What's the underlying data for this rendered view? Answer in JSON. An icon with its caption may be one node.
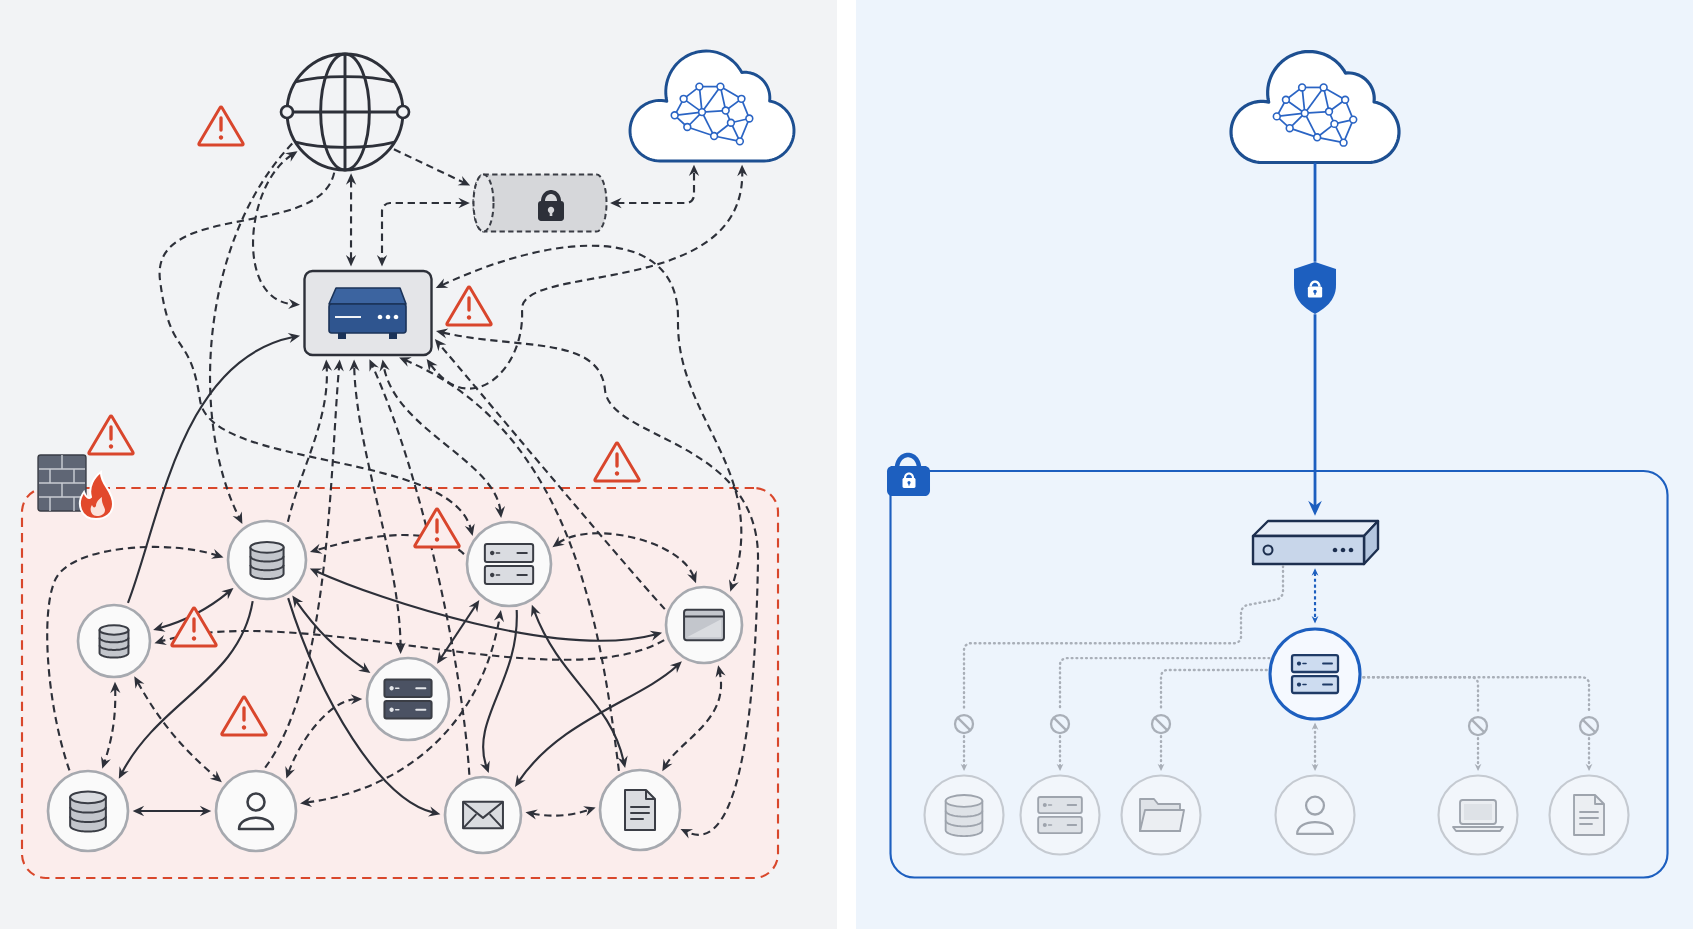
{
  "diagram": {
    "nodes": [
      {
        "text": [],
        "shape": "picture"
      },
      {
        "text": [],
        "shape": "cylinder"
      },
      {
        "text": [],
        "shape": "cloud"
      },
      {
        "text": [],
        "shape": "box"
      },
      {
        "text": [],
        "shape": "box"
      },
      {
        "text": [],
        "shape": "circle",
        "in": 4
      },
      {
        "text": [],
        "shape": "circle",
        "in": 4
      },
      {
        "text": [],
        "shape": "circle",
        "in": 4
      },
      {
        "text": [],
        "shape": "circle",
        "in": 4
      },
      {
        "text": [],
        "shape": "circle",
        "in": 4
      },
      {
        "text": [],
        "shape": "circle",
        "in": 4
      },
      {
        "text": [],
        "shape": "circle",
        "in": 4
      },
      {
        "text": [],
        "shape": "circle",
        "in": 4
      },
      {
        "text": [],
        "shape": "circle",
        "in": 4
      },
      {
        "text": [],
        "shape": "cloud"
      },
      {
        "text": [],
        "shape": "picture"
      },
      {
        "text": [],
        "shape": "box"
      },
      {
        "text": [],
        "shape": "picture",
        "in": 16
      },
      {
        "text": [],
        "shape": "circle",
        "in": 16
      },
      {
        "text": [],
        "shape": "picture",
        "in": 16
      },
      {
        "text": [],
        "shape": "picture",
        "in": 16
      },
      {
        "text": [],
        "shape": "picture",
        "in": 16
      },
      {
        "text": [],
        "shape": "picture",
        "in": 16
      },
      {
        "text": [],
        "shape": "picture",
        "in": 16
      },
      {
        "text": [],
        "shape": "circle",
        "in": 16
      },
      {
        "text": [],
        "shape": "circle",
        "in": 16
      },
      {
        "text": [],
        "shape": "circle",
        "in": 16
      },
      {
        "text": [],
        "shape": "circle",
        "in": 16
      },
      {
        "text": [],
        "shape": "circle",
        "in": 16
      },
      {
        "text": [],
        "shape": "circle",
        "in": 16
      }
    ],
    "edges": [
      {
        "from": 0,
        "to": 1,
        "arrow": "to",
        "style": "dashed"
      },
      {
        "from": 0,
        "to": 3,
        "arrow": "both",
        "style": "dashed"
      },
      {
        "from": 1,
        "to": 3,
        "arrow": "both",
        "style": "dashed"
      },
      {
        "from": 1,
        "to": 2,
        "arrow": "both",
        "style": "dashed"
      },
      {
        "from": 3,
        "to": 2,
        "arrow": "both",
        "style": "dashed"
      },
      {
        "from": 0,
        "to": 3,
        "arrow": "both",
        "style": "dashed"
      },
      {
        "from": 0,
        "to": 6,
        "arrow": "to",
        "style": "dashed"
      },
      {
        "from": 3,
        "to": 9,
        "arrow": "both",
        "style": "dashed"
      },
      {
        "from": 3,
        "to": 13,
        "arrow": "both",
        "style": "dashed"
      },
      {
        "from": 5,
        "to": 3,
        "arrow": "to",
        "style": "dashed"
      },
      {
        "from": 6,
        "to": 3,
        "arrow": "both",
        "style": "dashed"
      },
      {
        "from": 7,
        "to": 3,
        "arrow": "to"
      },
      {
        "from": 8,
        "to": 3,
        "arrow": "both",
        "style": "dashed"
      },
      {
        "from": 11,
        "to": 3,
        "arrow": "to",
        "style": "dashed"
      },
      {
        "from": 12,
        "to": 3,
        "arrow": "to",
        "style": "dashed"
      },
      {
        "from": 13,
        "to": 3,
        "arrow": "to",
        "style": "dashed"
      },
      {
        "from": 9,
        "to": 3,
        "arrow": "to",
        "style": "dashed"
      },
      {
        "from": 10,
        "to": 5,
        "arrow": "to",
        "style": "dashed"
      },
      {
        "from": 5,
        "to": 7,
        "arrow": "both"
      },
      {
        "from": 5,
        "to": 8,
        "arrow": "both"
      },
      {
        "from": 5,
        "to": 9,
        "arrow": "both"
      },
      {
        "from": 6,
        "to": 5,
        "arrow": "to",
        "style": "dashed"
      },
      {
        "from": 7,
        "to": 10,
        "arrow": "both",
        "style": "dashed"
      },
      {
        "from": 7,
        "to": 11,
        "arrow": "both",
        "style": "dashed"
      },
      {
        "from": 10,
        "to": 11,
        "arrow": "both"
      },
      {
        "from": 5,
        "to": 10,
        "arrow": "to"
      },
      {
        "from": 11,
        "to": 8,
        "arrow": "both",
        "style": "dashed"
      },
      {
        "from": 11,
        "to": 6,
        "arrow": "both",
        "style": "dashed"
      },
      {
        "from": 6,
        "to": 8,
        "arrow": "both"
      },
      {
        "from": 6,
        "to": 9,
        "arrow": "both",
        "style": "dashed"
      },
      {
        "from": 6,
        "to": 13,
        "arrow": "both"
      },
      {
        "from": 12,
        "to": 13,
        "arrow": "both",
        "style": "dashed"
      },
      {
        "from": 12,
        "to": 9,
        "arrow": "both"
      },
      {
        "from": 13,
        "to": 9,
        "arrow": "both",
        "style": "dashed"
      },
      {
        "from": 5,
        "to": 12,
        "arrow": "to"
      },
      {
        "from": 9,
        "to": 7,
        "arrow": "to",
        "style": "dashed"
      },
      {
        "from": 6,
        "to": 12,
        "arrow": "to"
      },
      {
        "from": 0,
        "to": 5,
        "arrow": "to",
        "style": "dashed"
      },
      {
        "from": 14,
        "to": 15,
        "arrow": "none",
        "color": "#1d5fbf"
      },
      {
        "from": 15,
        "to": 17,
        "arrow": "to",
        "color": "#1d5fbf"
      },
      {
        "from": 17,
        "to": 18,
        "arrow": "both",
        "style": "dashed",
        "color": "#1d5fbf"
      },
      {
        "from": 17,
        "to": 19,
        "arrow": "none",
        "style": "dashed",
        "color": "#a9afb8"
      },
      {
        "from": 19,
        "to": 24,
        "arrow": "to",
        "style": "dashed",
        "color": "#a9afb8"
      },
      {
        "from": 18,
        "to": 20,
        "arrow": "none",
        "style": "dashed",
        "color": "#a9afb8"
      },
      {
        "from": 20,
        "to": 25,
        "arrow": "to",
        "style": "dashed",
        "color": "#a9afb8"
      },
      {
        "from": 18,
        "to": 21,
        "arrow": "none",
        "style": "dashed",
        "color": "#a9afb8"
      },
      {
        "from": 21,
        "to": 26,
        "arrow": "to",
        "style": "dashed",
        "color": "#a9afb8"
      },
      {
        "from": 18,
        "to": 27,
        "arrow": "both",
        "style": "dashed",
        "color": "#a9afb8"
      },
      {
        "from": 18,
        "to": 22,
        "arrow": "none",
        "style": "dashed",
        "color": "#a9afb8"
      },
      {
        "from": 18,
        "to": 23,
        "arrow": "none",
        "style": "dashed",
        "color": "#a9afb8"
      },
      {
        "from": 22,
        "to": 28,
        "arrow": "to",
        "style": "dashed",
        "color": "#a9afb8"
      },
      {
        "from": 23,
        "to": 29,
        "arrow": "to",
        "style": "dashed",
        "color": "#a9afb8"
      }
    ]
  }
}
